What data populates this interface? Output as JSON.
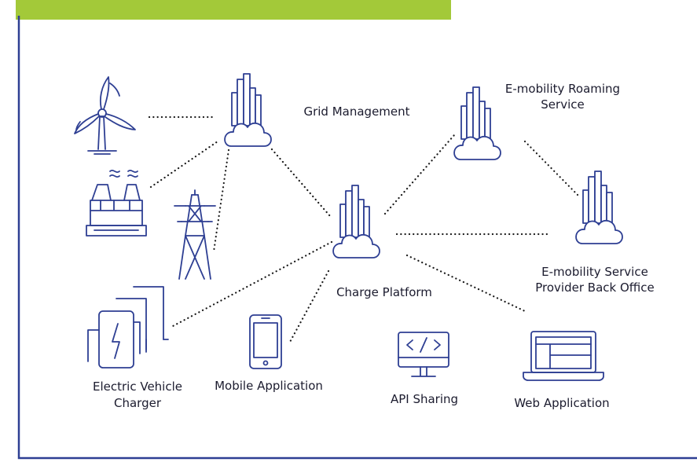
{
  "colors": {
    "accent_bar": "#a3c939",
    "frame": "#2e3f93",
    "icon_stroke": "#2e3f93",
    "connector": "#1a1a1a"
  },
  "nodes": {
    "grid_management": {
      "label": "Grid Management",
      "icon": "cloud-data-icon"
    },
    "roaming_service": {
      "label_line1": "E-mobility Roaming",
      "label_line2": "Service",
      "icon": "cloud-data-icon"
    },
    "charge_platform": {
      "label": "Charge Platform",
      "icon": "cloud-data-icon"
    },
    "service_provider_back_office": {
      "label_line1": "E-mobility Service",
      "label_line2": "Provider Back Office",
      "icon": "cloud-data-icon"
    },
    "wind_turbine": {
      "icon": "wind-turbine-icon"
    },
    "power_plant": {
      "icon": "power-plant-icon"
    },
    "transmission_tower": {
      "icon": "transmission-tower-icon"
    },
    "ev_charger": {
      "label_line1": "Electric Vehicle",
      "label_line2": "Charger",
      "icon": "ev-charger-icon"
    },
    "mobile_application": {
      "label": "Mobile Application",
      "icon": "smartphone-icon"
    },
    "api_sharing": {
      "label": "API Sharing",
      "icon": "api-monitor-icon"
    },
    "web_application": {
      "label": "Web Application",
      "icon": "laptop-icon"
    }
  }
}
